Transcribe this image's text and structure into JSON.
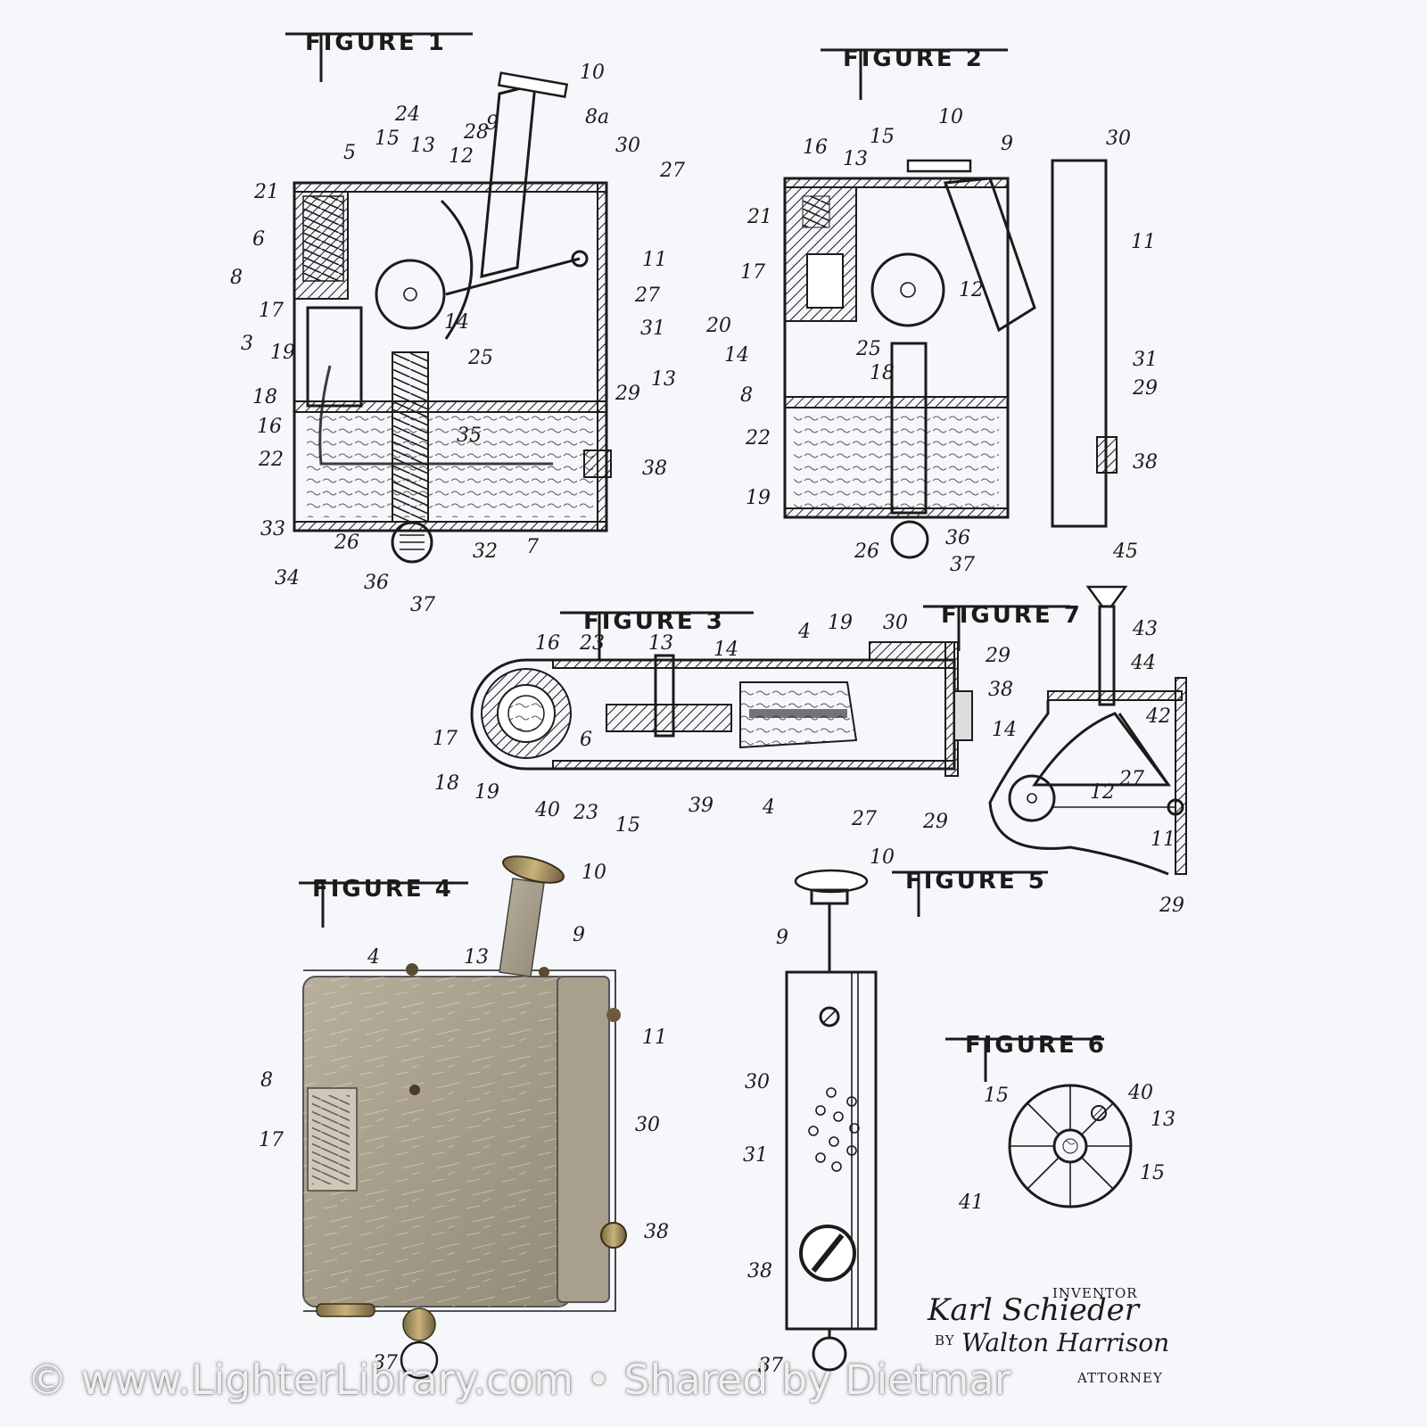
{
  "figures": {
    "fig1": {
      "title": "FIGURE 1",
      "labels": [
        "10",
        "9",
        "8a",
        "28",
        "12",
        "13",
        "15",
        "24",
        "5",
        "30",
        "27",
        "21",
        "6",
        "8",
        "11",
        "17",
        "14",
        "25",
        "27",
        "31",
        "3",
        "19",
        "18",
        "16",
        "22",
        "35",
        "29",
        "13",
        "38",
        "33",
        "34",
        "26",
        "32",
        "7",
        "36",
        "37"
      ]
    },
    "fig2": {
      "title": "FIGURE 2",
      "labels": [
        "10",
        "9",
        "30",
        "16",
        "15",
        "13",
        "21",
        "11",
        "17",
        "12",
        "20",
        "14",
        "25",
        "18",
        "8",
        "31",
        "29",
        "22",
        "38",
        "19",
        "26",
        "36",
        "37"
      ]
    },
    "fig3": {
      "title": "FIGURE 3",
      "labels": [
        "16",
        "23",
        "13",
        "14",
        "4",
        "19",
        "30",
        "29",
        "38",
        "17",
        "6",
        "18",
        "19",
        "40",
        "23",
        "15",
        "39",
        "4",
        "27",
        "29"
      ]
    },
    "fig4": {
      "title": "FIGURE 4",
      "labels": [
        "10",
        "9",
        "4",
        "13",
        "11",
        "8",
        "17",
        "30",
        "38",
        "37"
      ]
    },
    "fig5": {
      "title": "FIGURE 5",
      "labels": [
        "10",
        "9",
        "30",
        "31",
        "38",
        "37"
      ]
    },
    "fig6": {
      "title": "FIGURE 6",
      "labels": [
        "15",
        "40",
        "13",
        "15",
        "41"
      ]
    },
    "fig7": {
      "title": "FIGURE 7",
      "labels": [
        "45",
        "43",
        "44",
        "14",
        "42",
        "27",
        "12",
        "11",
        "29"
      ]
    }
  },
  "signature": {
    "inventor_caption": "INVENTOR",
    "inventor_name": "Karl Schieder",
    "by": "BY",
    "attorney_name": "Walton Harrison",
    "attorney_caption": "ATTORNEY"
  },
  "watermark": "© www.LighterLibrary.com • Shared by Dietmar"
}
